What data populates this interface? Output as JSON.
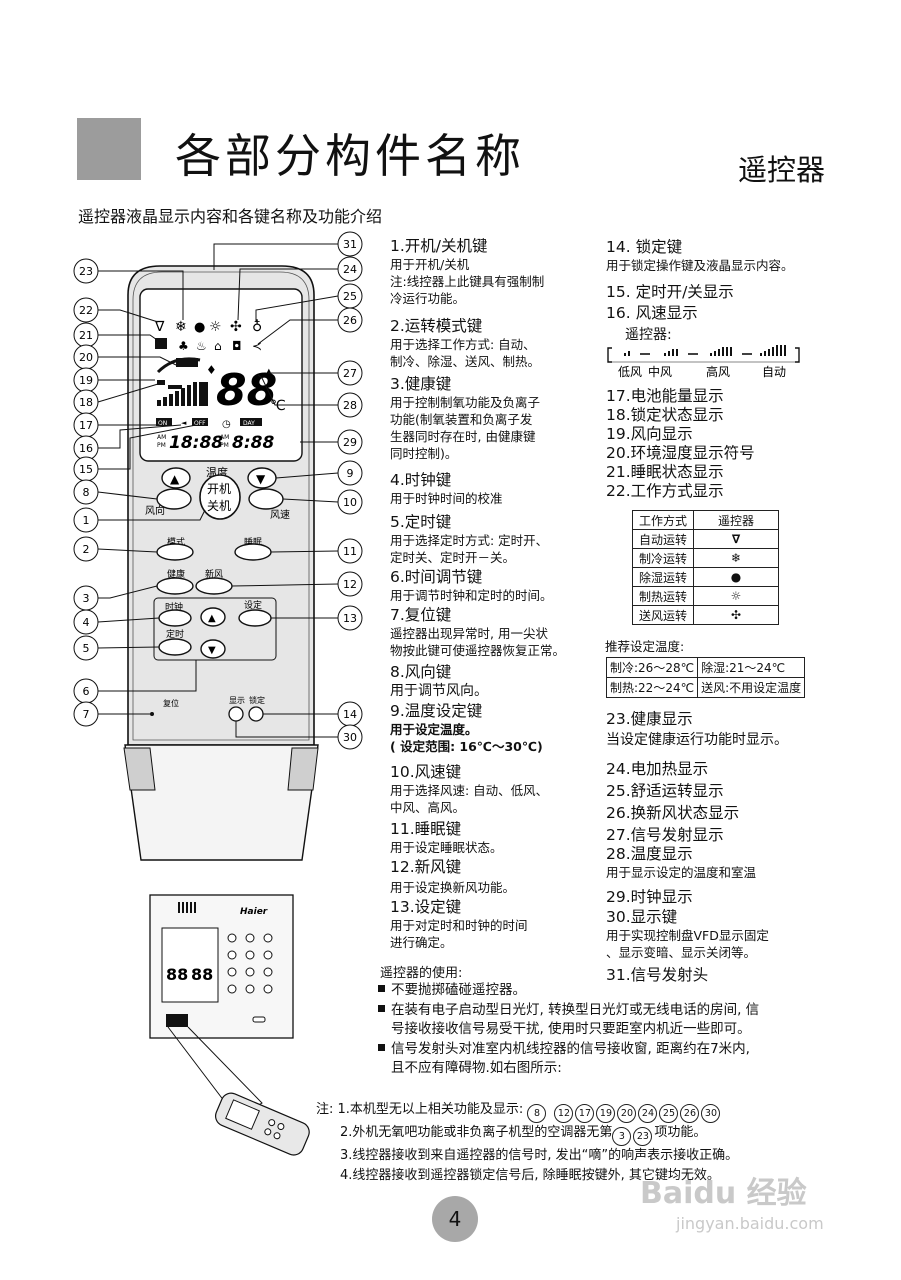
{
  "header": {
    "title": "各部分构件名称",
    "category": "遥控器"
  },
  "intro": "遥控器液晶显示内容和各键名称及功能介绍",
  "remote_labels": {
    "temp": "温度",
    "on": "开机",
    "off": "关机",
    "wind_dir": "风向",
    "fan_speed": "风速",
    "mode": "模式",
    "sleep": "睡眠",
    "health": "健康",
    "fresh": "新风",
    "clock": "时钟",
    "set": "设定",
    "timer": "定时",
    "reset": "复位",
    "display": "显示",
    "lock": "锁定",
    "lcd_on": "ON",
    "lcd_off": "OFF",
    "lcd_day": "DAY",
    "lcd_am": "AM",
    "lcd_pm": "PM",
    "lcd_temp": "88",
    "lcd_unit": "℃",
    "lcd_time1": "18:88",
    "lcd_time2": "8:88"
  },
  "callouts": [
    "1",
    "2",
    "3",
    "4",
    "5",
    "6",
    "7",
    "8",
    "9",
    "10",
    "11",
    "12",
    "13",
    "14",
    "15",
    "16",
    "17",
    "18",
    "19",
    "20",
    "21",
    "22",
    "23",
    "24",
    "25",
    "26",
    "27",
    "28",
    "29",
    "30",
    "31"
  ],
  "indoor_panel": {
    "brand": "Haier",
    "digits_left": "88",
    "digits_right": "88"
  },
  "col1": [
    {
      "h": "1.开机/关机键",
      "d": [
        "用于开机/关机",
        "注:线控器上此键具有强制制",
        "冷运行功能。"
      ]
    },
    {
      "h": "2.运转模式键",
      "d": [
        "用于选择工作方式: 自动、",
        "制冷、除湿、送风、制热。"
      ]
    },
    {
      "h": "3.健康键",
      "d": [
        "用于控制制氧功能及负离子",
        "功能(制氧装置和负离子发",
        "生器同时存在时, 由健康键",
        "同时控制)。"
      ]
    },
    {
      "h": "4.时钟键",
      "d": [
        "用于时钟时间的校准"
      ]
    },
    {
      "h": "5.定时键",
      "d": [
        "用于选择定时方式: 定时开、",
        "定时关、定时开－关。"
      ]
    },
    {
      "h": "6.时间调节键",
      "d": [
        "用于调节时钟和定时的时间。"
      ]
    },
    {
      "h": "7.复位键",
      "d": [
        "遥控器出现异常时, 用一尖状",
        "物按此键可使遥控器恢复正常。"
      ]
    },
    {
      "h": "8.风向键",
      "d": [
        "用于调节风向。"
      ]
    },
    {
      "h": "9.温度设定键",
      "d": [
        "用于设定温度。",
        "( 设定范围: 16℃～30℃)"
      ]
    },
    {
      "h": "10.风速键",
      "d": [
        "用于选择风速: 自动、低风、",
        "中风、高风。"
      ]
    },
    {
      "h": "11.睡眠键",
      "d": [
        "用于设定睡眠状态。"
      ]
    },
    {
      "h": "12.新风键",
      "d": [
        "用于设定换新风功能。"
      ]
    },
    {
      "h": "13.设定键",
      "d": [
        "用于对定时和时钟的时间",
        "进行确定。"
      ]
    }
  ],
  "col2_top": [
    {
      "h": "14. 锁定键",
      "d": [
        "用于锁定操作键及液晶显示内容。"
      ]
    },
    {
      "h": "15. 定时开/关显示",
      "d": []
    },
    {
      "h": "16. 风速显示",
      "d": []
    }
  ],
  "fan_display": {
    "label": "遥控器:",
    "levels": [
      "低风",
      "中风",
      "高风",
      "自动"
    ]
  },
  "col2_mid": [
    "17.电池能量显示",
    "18.锁定状态显示",
    "19.风向显示",
    "20.环境湿度显示符号",
    "21.睡眠状态显示",
    "22.工作方式显示"
  ],
  "mode_table": {
    "header": [
      "工作方式",
      "遥控器"
    ],
    "rows": [
      {
        "mode": "自动运转",
        "icon": "auto-mode-icon",
        "glyph": "∇"
      },
      {
        "mode": "制冷运转",
        "icon": "cool-snowflake-icon",
        "glyph": "❄"
      },
      {
        "mode": "除湿运转",
        "icon": "dry-drop-icon",
        "glyph": "●"
      },
      {
        "mode": "制热运转",
        "icon": "heat-sun-icon",
        "glyph": "☼"
      },
      {
        "mode": "送风运转",
        "icon": "fan-icon",
        "glyph": "✣"
      }
    ]
  },
  "temp_title": "推荐设定温度:",
  "temp_table": [
    [
      "制冷:26～28℃",
      "除湿:21～24℃"
    ],
    [
      "制热:22～24℃",
      "送风:不用设定温度"
    ]
  ],
  "col2_bottom": [
    {
      "h": "23.健康显示",
      "d": [
        "当设定健康运行功能时显示。"
      ],
      "big": true
    },
    {
      "h": "24.电加热显示",
      "d": []
    },
    {
      "h": "25.舒适运转显示",
      "d": []
    },
    {
      "h": "26.换新风状态显示",
      "d": []
    },
    {
      "h": "27.信号发射显示",
      "d": []
    },
    {
      "h": "28.温度显示",
      "d": [
        "用于显示设定的温度和室温"
      ]
    },
    {
      "h": "29.时钟显示",
      "d": []
    },
    {
      "h": "30.显示键",
      "d": [
        "用于实现控制盘VFD显示固定",
        "、显示变暗、显示关闭等。"
      ]
    },
    {
      "h": "31.信号发射头",
      "d": []
    }
  ],
  "usage": {
    "title": "遥控器的使用:",
    "items": [
      [
        "不要抛掷磕碰遥控器。"
      ],
      [
        "在装有电子启动型日光灯, 转换型日光灯或无线电话的房间, 信",
        "号接收接收信号易受干扰, 使用时只要距室内机近一些即可。"
      ],
      [
        "信号发射头对准室内机线控器的信号接收窗, 距离约在7米内,",
        "且不应有障碍物.如右图所示:"
      ]
    ]
  },
  "notes": {
    "label": "注:",
    "n1": "1.本机型无以上相关功能及显示:",
    "n1_nums": [
      "8",
      "12",
      "17",
      "19",
      "20",
      "24",
      "25",
      "26",
      "30"
    ],
    "n2_pre": "2.外机无氧吧功能或非负离子机型的空调器无第",
    "n2_nums": [
      "3",
      "23"
    ],
    "n2_post": "项功能。",
    "n3": "3.线控器接收到来自遥控器的信号时, 发出“嘀”的响声表示接收正确。",
    "n4": "4.线控器接收到遥控器锁定信号后, 除睡眠按键外, 其它键均无效。"
  },
  "page_number": "4",
  "watermark": {
    "main": "Baidu 经验",
    "url": "jingyan.baidu.com"
  }
}
